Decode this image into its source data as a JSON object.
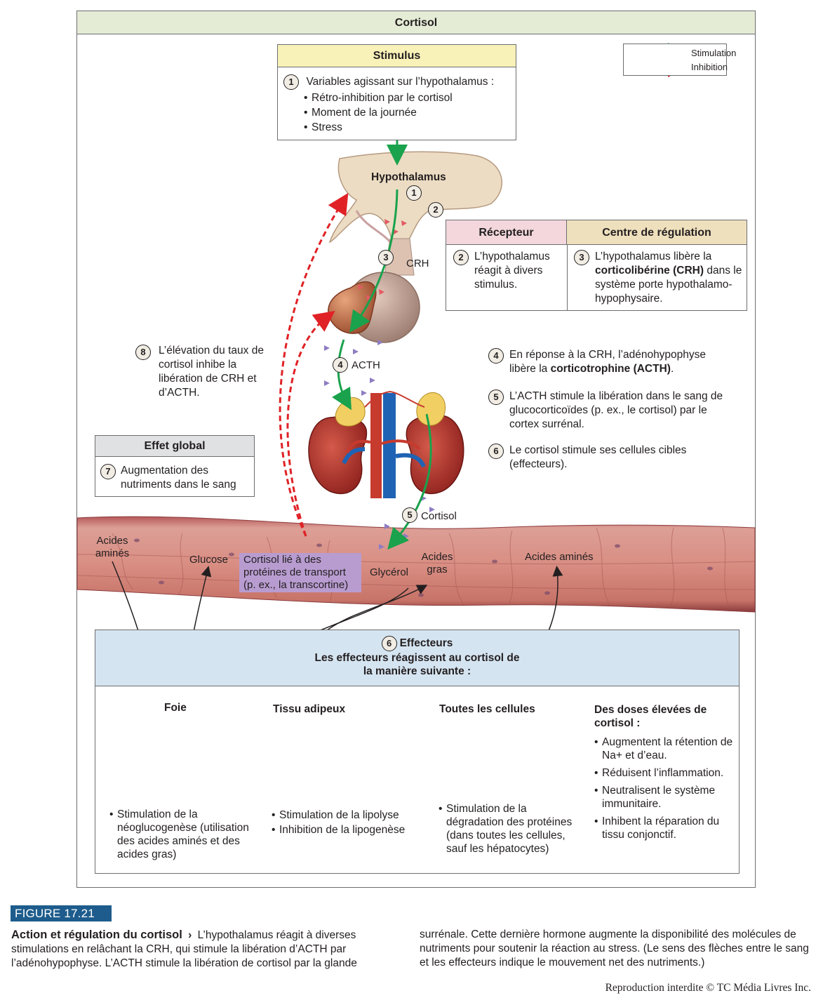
{
  "header": {
    "title": "Cortisol"
  },
  "legend": {
    "stimulation": "Stimulation",
    "inhibition": "Inhibition",
    "stimulation_color": "#1aa24c",
    "inhibition_color": "#e02226"
  },
  "stimulus": {
    "title": "Stimulus",
    "step": "1",
    "intro": "Variables agissant sur l’hypothalamus :",
    "items": [
      "Rétro-inhibition par le cortisol",
      "Moment de la journée",
      "Stress"
    ]
  },
  "anatomy": {
    "hypothalamus": "Hypothalamus",
    "crh": "CRH",
    "acth": "ACTH",
    "cortisol": "Cortisol",
    "markers": {
      "one": "1",
      "two": "2",
      "three": "3",
      "four": "4",
      "five": "5"
    }
  },
  "receptor_table": {
    "recepteur_title": "Récepteur",
    "centre_title": "Centre de régulation",
    "recepteur_step": "2",
    "recepteur_text": "L’hypothalamus réagit à divers stimulus.",
    "centre_step": "3",
    "centre_text_a": "L’hypothalamus libère la",
    "centre_bold": "corticolibérine (CRH)",
    "centre_text_b": "dans le système porte hypothalamo-hypophysaire.",
    "recepteur_color": "#f3d7dc",
    "centre_color": "#efe0bd"
  },
  "step8": {
    "step": "8",
    "text": "L’élévation du taux de cortisol inhibe la libération de CRH et d’ACTH."
  },
  "steps_right": [
    {
      "step": "4",
      "text_a": "En réponse à la CRH, l’adénohypophyse libère la",
      "bold": "corticotrophine (ACTH)",
      "text_b": "."
    },
    {
      "step": "5",
      "text_a": "L’ACTH stimule la libération dans le sang de glucocorticoïdes (p. ex., le cortisol) par le cortex surrénal.",
      "bold": "",
      "text_b": ""
    },
    {
      "step": "6",
      "text_a": "Le cortisol stimule ses cellules cibles (effecteurs).",
      "bold": "",
      "text_b": ""
    }
  ],
  "effet_global": {
    "title": "Effet global",
    "step": "7",
    "text": "Augmentation des nutriments dans le sang"
  },
  "blood": {
    "acides_amines_left": "Acides aminés",
    "glucose": "Glucose",
    "cortisol_lie": "Cortisol lié à des protéines de transport (p. ex., la transcortine)",
    "glycerol": "Glycérol",
    "acides_gras": "Acides gras",
    "acides_amines_right": "Acides aminés"
  },
  "effecteurs": {
    "step": "6",
    "title": "Effecteurs",
    "subtitle": "Les effecteurs réagissent au cortisol de la manière suivante :",
    "foie": {
      "title": "Foie",
      "items": [
        "Stimulation de la néoglucogenèse (utilisation des acides aminés et des acides gras)"
      ]
    },
    "adipeux": {
      "title": "Tissu adipeux",
      "items": [
        "Stimulation de la lipolyse",
        "Inhibition de la lipogenèse"
      ]
    },
    "cellules": {
      "title": "Toutes les cellules",
      "items": [
        "Stimulation de la dégradation des protéines (dans toutes les cellules, sauf les hépatocytes)"
      ]
    },
    "doses": {
      "title": "Des doses élevées de cortisol :",
      "items": [
        "Augmentent la rétention de Na+ et d’eau.",
        "Réduisent l’inflammation.",
        "Neutralisent le système immunitaire.",
        "Inhibent la réparation du tissu conjonctif."
      ]
    }
  },
  "figure": {
    "tag": "FIGURE 17.21",
    "title": "Action et régulation du cortisol",
    "caption_left": "L’hypothalamus réagit à diverses stimulations en relâchant la CRH, qui stimule la libération d’ACTH par l’adénohypophyse. L’ACTH stimule la libération de cortisol par la glande",
    "caption_right": "surrénale. Cette dernière hormone augmente la disponibilité des molécules de nutriments pour soutenir la réaction au stress. (Le sens des flèches entre le sang et les effecteurs indique le mouvement net des nutriments.)",
    "copyright": "Reproduction interdite © TC Média Livres Inc."
  }
}
